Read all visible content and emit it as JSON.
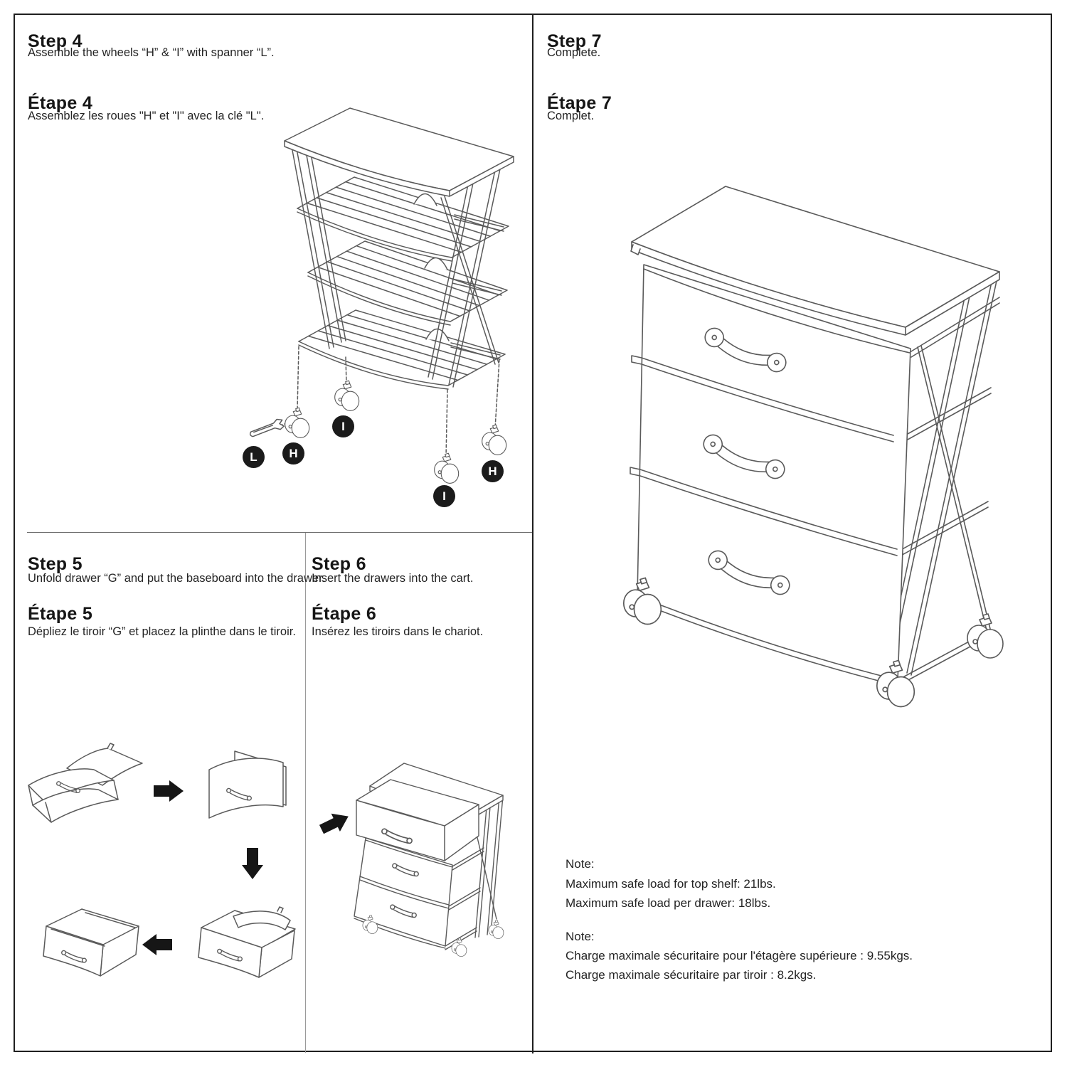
{
  "page": {
    "background": "#ffffff",
    "border_color": "#1f1f1f",
    "line_color": "#5a5a5a"
  },
  "sections": {
    "step4": {
      "title": "Step 4",
      "caption": "Assemble the wheels “H” & “I” with spanner “L”.",
      "title_fr": "Étape 4",
      "caption_fr": "Assemblez les roues \"H\" et \"I\" avec la clé \"L\".",
      "part_labels": [
        "L",
        "H",
        "I",
        "I",
        "H"
      ]
    },
    "step5": {
      "title": "Step 5",
      "caption": "Unfold drawer “G” and put the baseboard into the drawer.",
      "title_fr": "Étape 5",
      "caption_fr": "Dépliez le tiroir “G” et placez la plinthe dans le tiroir."
    },
    "step6": {
      "title": "Step 6",
      "caption": "Insert the drawers into the cart.",
      "title_fr": "Étape 6",
      "caption_fr": "Insérez les tiroirs dans le chariot."
    },
    "step7": {
      "title": "Step 7",
      "caption": "Complete.",
      "title_fr": "Étape 7",
      "caption_fr": "Complet."
    },
    "notes": {
      "en": {
        "heading": "Note:",
        "lines": [
          "Maximum safe load for top shelf: 21lbs.",
          "Maximum safe load per drawer: 18lbs."
        ]
      },
      "fr": {
        "heading": "Note:",
        "lines": [
          "Charge maximale sécuritaire pour l'étagère supérieure : 9.55kgs.",
          "Charge maximale sécuritaire par tiroir : 8.2kgs."
        ]
      }
    }
  }
}
